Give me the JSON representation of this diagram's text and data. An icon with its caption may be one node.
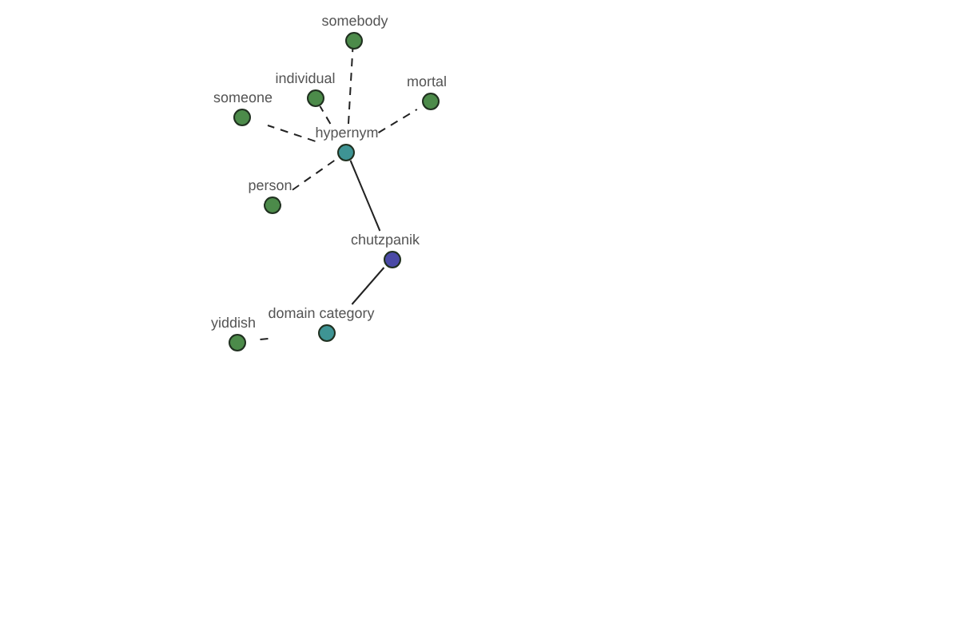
{
  "diagram": {
    "nodes": [
      {
        "text": [
          "somebody"
        ]
      },
      {
        "text": [
          "individual"
        ]
      },
      {
        "text": [
          "mortal"
        ]
      },
      {
        "text": [
          "someone"
        ]
      },
      {
        "text": [
          "hypernym"
        ]
      },
      {
        "text": [
          "person"
        ]
      },
      {
        "text": [
          "chutzpanik"
        ]
      },
      {
        "text": [
          "domain category"
        ]
      },
      {
        "text": [
          "yiddish"
        ]
      }
    ],
    "edges": [
      {
        "from": 4,
        "to": 0,
        "arrow": "none",
        "style": "dashed"
      },
      {
        "from": 4,
        "to": 1,
        "arrow": "none",
        "style": "dashed"
      },
      {
        "from": 4,
        "to": 2,
        "arrow": "none",
        "style": "dashed"
      },
      {
        "from": 4,
        "to": 3,
        "arrow": "none",
        "style": "dashed"
      },
      {
        "from": 4,
        "to": 5,
        "arrow": "none",
        "style": "dashed"
      },
      {
        "from": 6,
        "to": 4,
        "arrow": "none"
      },
      {
        "from": 6,
        "to": 7,
        "arrow": "none"
      },
      {
        "from": 7,
        "to": 8,
        "arrow": "none",
        "style": "dashed"
      }
    ]
  }
}
